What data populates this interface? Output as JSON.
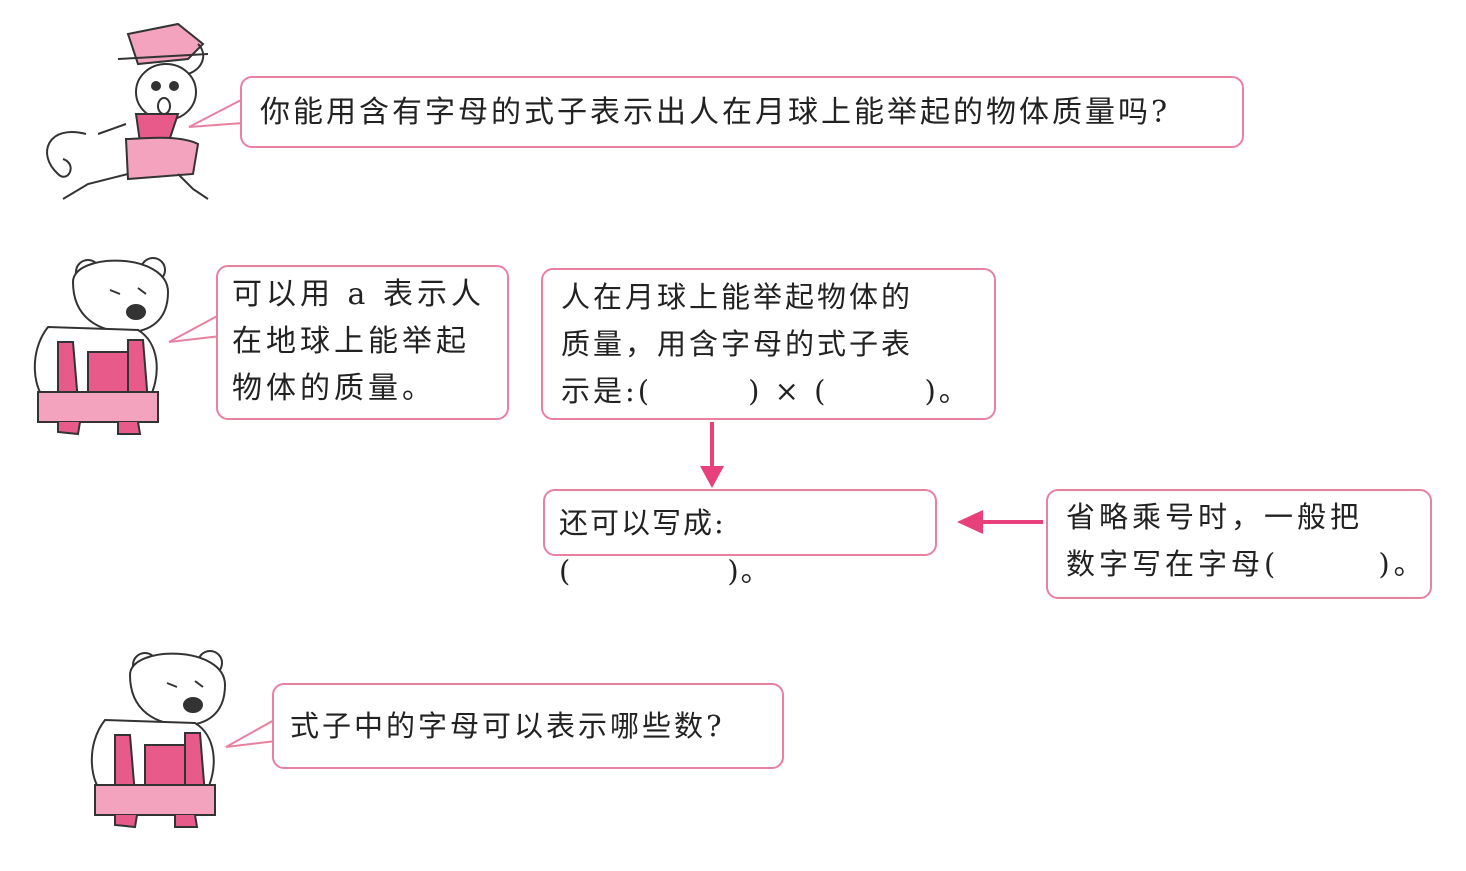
{
  "colors": {
    "accent": "#e8407a",
    "bubble_border": "#e8809f",
    "character_pink": "#e85a8a"
  },
  "characters": [
    {
      "name": "monkey-icon"
    },
    {
      "name": "bear-icon"
    },
    {
      "name": "bear-icon"
    }
  ],
  "bubbles": {
    "monkey_question": "你能用含有字母的式子表示出人在月球上能举起的物体质量吗?",
    "bear_note": [
      "可以用 a 表示人",
      "在地球上能举起",
      "物体的质量。"
    ],
    "moon_mass": [
      "人在月球上能举起物体的",
      "质量，用含字母的式子表",
      "示是:(　　　) × (　　　)。"
    ],
    "also_write": "还可以写成:(　　　　　)。",
    "omit_rule": [
      "省略乘号时，一般把",
      "数字写在字母(　　　)。"
    ],
    "bear_question": "式子中的字母可以表示哪些数?"
  }
}
